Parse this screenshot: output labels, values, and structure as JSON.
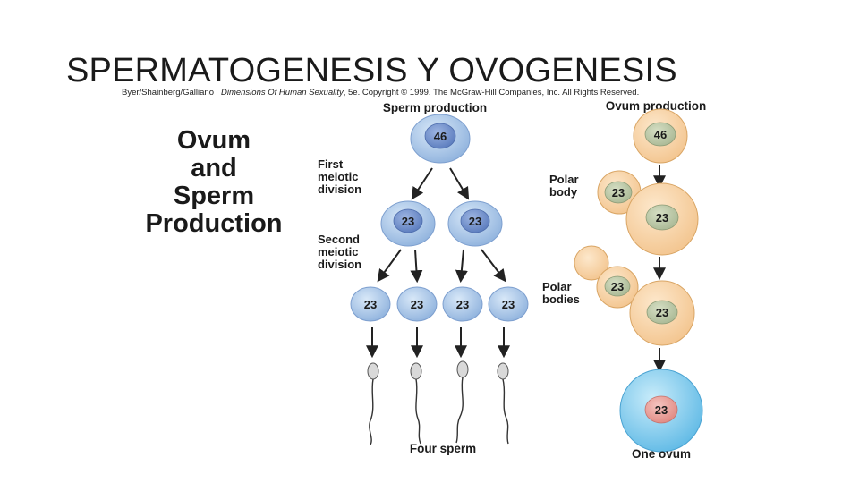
{
  "slide": {
    "title": "SPERMATOGENESIS  Y OVOGENESIS",
    "credit_authors": "Byer/Shainberg/Galliano",
    "credit_book": "Dimensions Of Human Sexuality",
    "credit_rest": ", 5e. Copyright © 1999. The McGraw-Hill Companies, Inc. All Rights Reserved."
  },
  "diagram": {
    "title_lines": [
      "Ovum",
      "and",
      "Sperm",
      "Production"
    ],
    "sperm_production_label": "Sperm production",
    "ovum_production_label": "Ovum production",
    "first_meiotic_division_lines": [
      "First",
      "meiotic",
      "division"
    ],
    "second_meiotic_division_lines": [
      "Second",
      "meiotic",
      "division"
    ],
    "polar_body_lines": [
      "Polar",
      "body"
    ],
    "polar_bodies_lines": [
      "Polar",
      "bodies"
    ],
    "four_sperm_label": "Four sperm",
    "one_ovum_label": "One ovum",
    "sperm_primary_count": "46",
    "sperm_secondary_counts": [
      "23",
      "23"
    ],
    "spermatid_counts": [
      "23",
      "23",
      "23",
      "23"
    ],
    "ovum_primary_count": "46",
    "ovum_stage2_polar_count": "23",
    "ovum_stage2_oocyte_count": "23",
    "ovum_stage3_polar_count": "23",
    "ovum_stage3_oocyte_count": "23",
    "ovum_final_count": "23",
    "colors": {
      "sperm_cell_outer": "#a9c6e8",
      "sperm_cell_nucleus": "#6f8fcb",
      "ovum_cell_outer": "#f6cf9f",
      "ovum_cell_nucleus": "#bdc9a7",
      "final_ovum_outer": "#8fd0ee",
      "final_ovum_nucleus": "#ea9a95",
      "sperm_head": "#d9d9d9",
      "arrow": "#222222"
    }
  }
}
